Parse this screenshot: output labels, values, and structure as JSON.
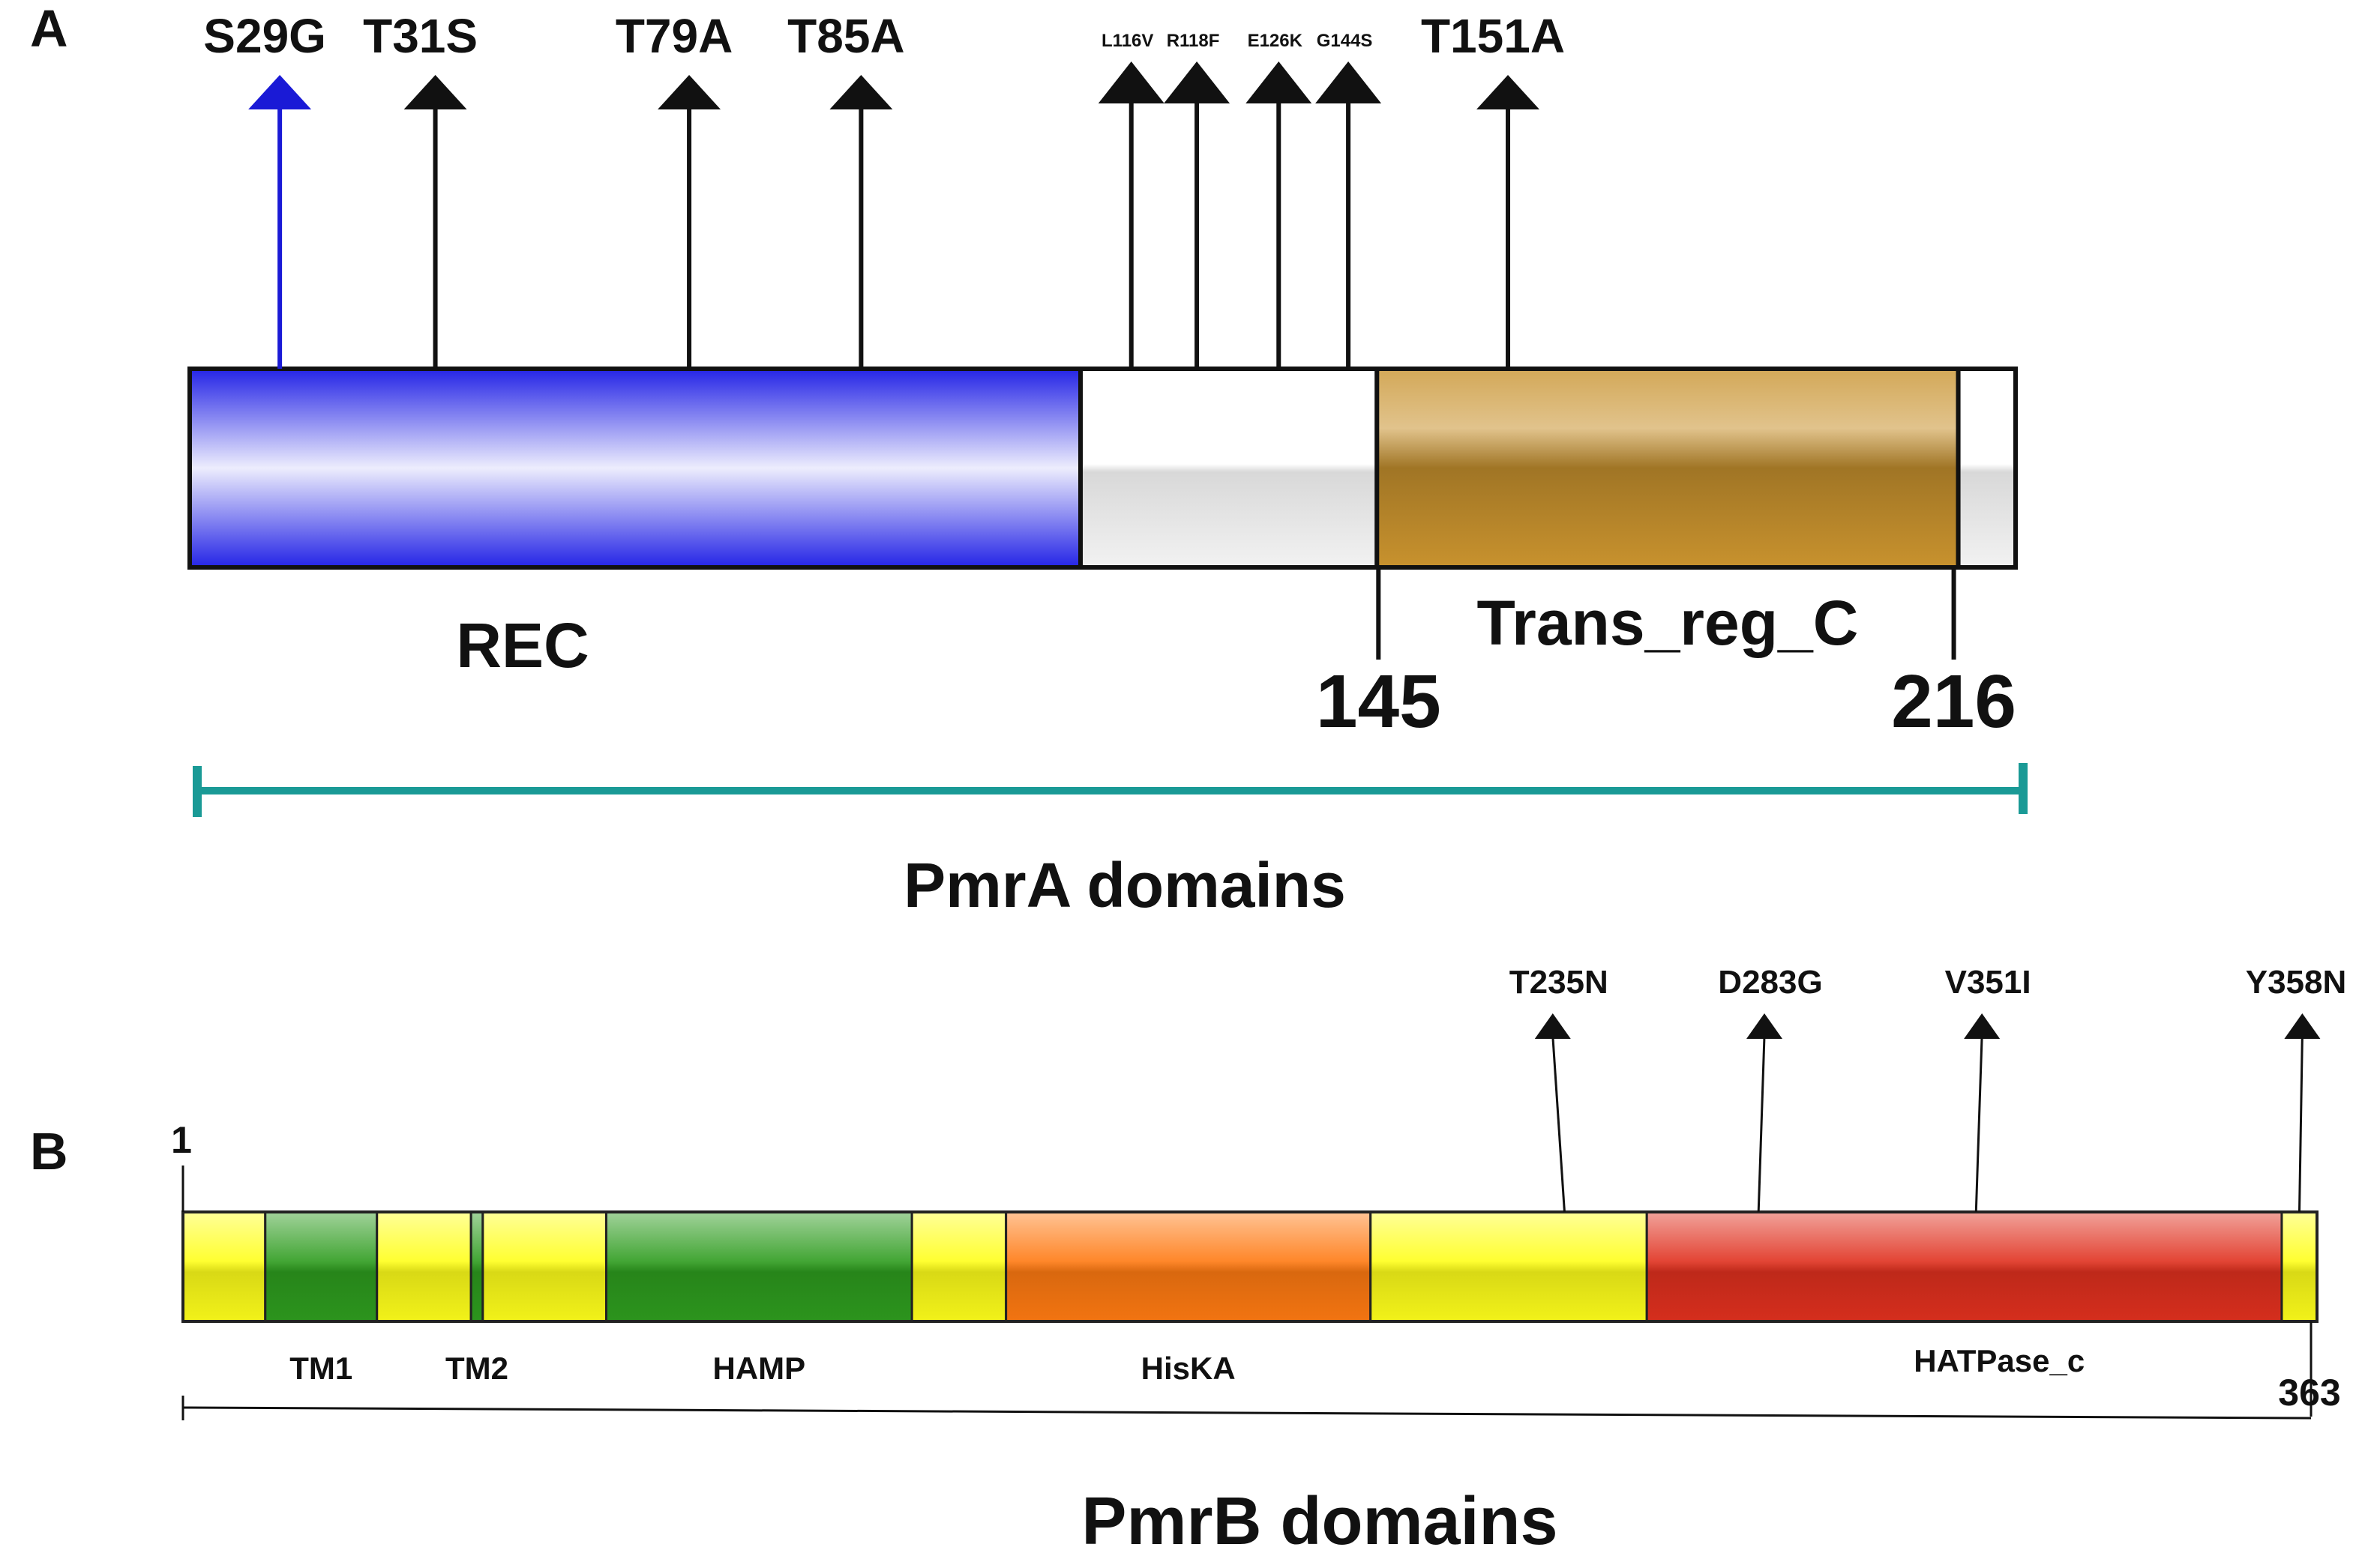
{
  "panel_a": {
    "letter": "A",
    "title": "PmrA domains",
    "domains": [
      {
        "name": "REC",
        "start": 0,
        "end": 108.8,
        "color": "#2424e6",
        "label": "REC"
      },
      {
        "name": "linker",
        "start": 108.8,
        "end": 145,
        "color": "#ffffff",
        "label": ""
      },
      {
        "name": "Trans_reg_C",
        "start": 145,
        "end": 216,
        "color": "#c8922e",
        "label": "Trans_reg_C"
      },
      {
        "name": "tail",
        "start": 216,
        "end": 223,
        "color": "#ffffff",
        "label": ""
      }
    ],
    "boundary_labels": [
      {
        "pos": 145,
        "text": "145"
      },
      {
        "pos": 216,
        "text": "216"
      }
    ],
    "mutations": [
      {
        "label": "S29G",
        "pos": 11,
        "color": "#1a1ad6",
        "size": "large"
      },
      {
        "label": "T31S",
        "pos": 30,
        "color": "#111111",
        "size": "large"
      },
      {
        "label": "T79A",
        "pos": 61,
        "color": "#111111",
        "size": "large"
      },
      {
        "label": "T85A",
        "pos": 82,
        "color": "#111111",
        "size": "large"
      },
      {
        "label": "L116V",
        "pos": 115,
        "color": "#111111",
        "size": "small"
      },
      {
        "label": "R118F",
        "pos": 123,
        "color": "#111111",
        "size": "small"
      },
      {
        "label": "E126K",
        "pos": 133,
        "color": "#111111",
        "size": "small"
      },
      {
        "label": "G144S",
        "pos": 141.5,
        "color": "#111111",
        "size": "small"
      },
      {
        "label": "T151A",
        "pos": 161,
        "color": "#111111",
        "size": "large"
      }
    ]
  },
  "panel_b": {
    "letter": "B",
    "title": "PmrB domains",
    "start_label": "1",
    "end_label": "363",
    "domains": [
      {
        "name": "seg1",
        "start": 0,
        "end": 14,
        "color": "#ffff1a",
        "label": ""
      },
      {
        "name": "TM1",
        "start": 14,
        "end": 33,
        "color": "#2e9c1e",
        "label": "TM1"
      },
      {
        "name": "seg2",
        "start": 33,
        "end": 49,
        "color": "#ffff1a",
        "label": ""
      },
      {
        "name": "TM2",
        "start": 49,
        "end": 51,
        "color": "#2e9c1e",
        "label": "TM2"
      },
      {
        "name": "seg3",
        "start": 51,
        "end": 72,
        "color": "#ffff1a",
        "label": ""
      },
      {
        "name": "HAMP",
        "start": 72,
        "end": 124,
        "color": "#2e9c1e",
        "label": "HAMP"
      },
      {
        "name": "seg4",
        "start": 124,
        "end": 140,
        "color": "#ffff1a",
        "label": ""
      },
      {
        "name": "HisKA",
        "start": 140,
        "end": 202,
        "color": "#ff7a12",
        "label": "HisKA"
      },
      {
        "name": "seg5",
        "start": 202,
        "end": 249,
        "color": "#ffff1a",
        "label": ""
      },
      {
        "name": "HATPase_c",
        "start": 249,
        "end": 357,
        "color": "#e0301e",
        "label": "HATPase_c"
      },
      {
        "name": "seg6",
        "start": 357,
        "end": 363,
        "color": "#ffff1a",
        "label": ""
      }
    ],
    "mutations": [
      {
        "label": "T235N",
        "pos": 235,
        "tip": 233
      },
      {
        "label": "D283G",
        "pos": 268,
        "tip": 269
      },
      {
        "label": "V351I",
        "pos": 305,
        "tip": 306
      },
      {
        "label": "Y358N",
        "pos": 360,
        "tip": 360.5
      }
    ]
  }
}
